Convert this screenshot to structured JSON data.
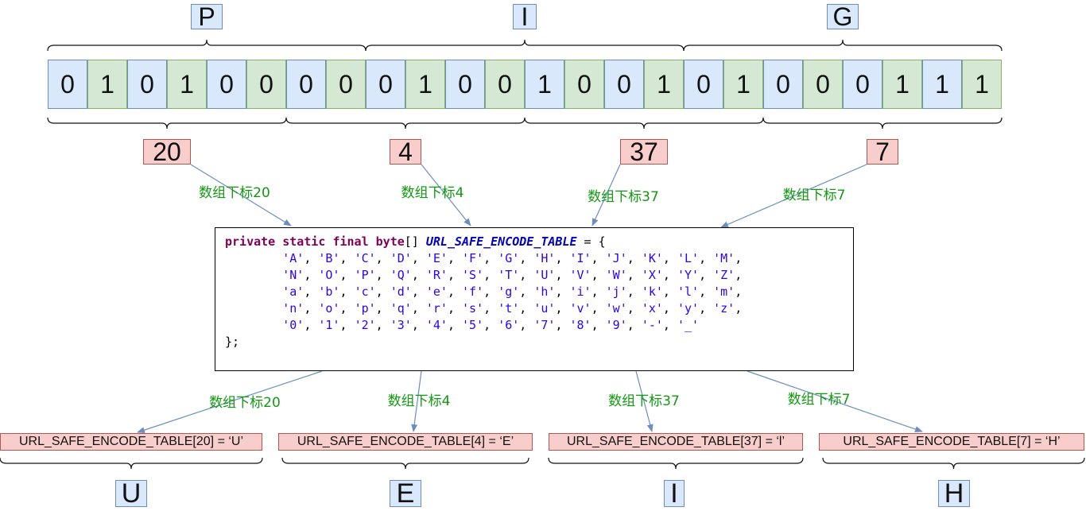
{
  "letters": [
    "P",
    "I",
    "G"
  ],
  "bits": [
    "0",
    "1",
    "0",
    "1",
    "0",
    "0",
    "0",
    "0",
    "0",
    "1",
    "0",
    "0",
    "1",
    "0",
    "0",
    "1",
    "0",
    "1",
    "0",
    "0",
    "0",
    "1",
    "1",
    "1"
  ],
  "indices": [
    "20",
    "4",
    "37",
    "7"
  ],
  "edge_labels_top": [
    "数组下标20",
    "数组下标4",
    "数组下标37",
    "数组下标7"
  ],
  "edge_labels_bottom": [
    "数组下标20",
    "数组下标4",
    "数组下标37",
    "数组下标7"
  ],
  "code": {
    "kw_private": "private",
    "kw_static": "static",
    "kw_final": "final",
    "kw_byte": "byte",
    "brackets": "[] ",
    "table_name": "URL_SAFE_ENCODE_TABLE",
    "assign": " = {",
    "rows": [
      [
        "'A'",
        "'B'",
        "'C'",
        "'D'",
        "'E'",
        "'F'",
        "'G'",
        "'H'",
        "'I'",
        "'J'",
        "'K'",
        "'L'",
        "'M'"
      ],
      [
        "'N'",
        "'O'",
        "'P'",
        "'Q'",
        "'R'",
        "'S'",
        "'T'",
        "'U'",
        "'V'",
        "'W'",
        "'X'",
        "'Y'",
        "'Z'"
      ],
      [
        "'a'",
        "'b'",
        "'c'",
        "'d'",
        "'e'",
        "'f'",
        "'g'",
        "'h'",
        "'i'",
        "'j'",
        "'k'",
        "'l'",
        "'m'"
      ],
      [
        "'n'",
        "'o'",
        "'p'",
        "'q'",
        "'r'",
        "'s'",
        "'t'",
        "'u'",
        "'v'",
        "'w'",
        "'x'",
        "'y'",
        "'z'"
      ],
      [
        "'0'",
        "'1'",
        "'2'",
        "'3'",
        "'4'",
        "'5'",
        "'6'",
        "'7'",
        "'8'",
        "'9'",
        "'-'",
        "'_'"
      ]
    ],
    "closing": "};"
  },
  "results": [
    "URL_SAFE_ENCODE_TABLE[20] = ‘U’",
    "URL_SAFE_ENCODE_TABLE[4] = ‘E’",
    "URL_SAFE_ENCODE_TABLE[37] = ‘l’",
    "URL_SAFE_ENCODE_TABLE[7] = ‘H’"
  ],
  "outputs": [
    "U",
    "E",
    "I",
    "H"
  ],
  "colors": {
    "blue_fill": "#dae8fc",
    "green_fill": "#d5e8d4",
    "red_fill": "#f8cecc",
    "label_green": "#119911",
    "arrow": "#6c8ebf"
  }
}
